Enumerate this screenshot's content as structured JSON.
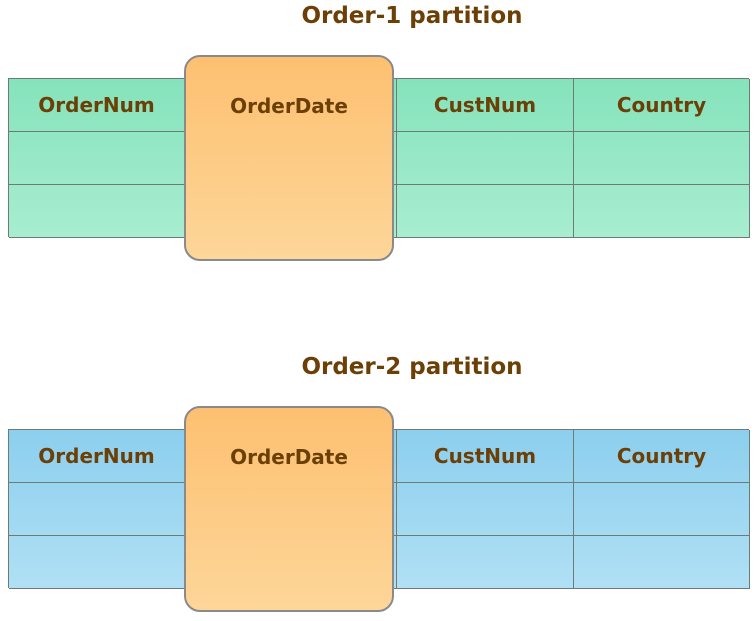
{
  "partitions": [
    {
      "title": "Order-1 partition",
      "color": "#85e3bc",
      "columns": [
        "OrderNum",
        "OrderDate",
        "CustNum",
        "Country"
      ],
      "highlighted_column": "OrderDate"
    },
    {
      "title": "Order-2 partition",
      "color": "#8ccfee",
      "columns": [
        "OrderNum",
        "OrderDate",
        "CustNum",
        "Country"
      ],
      "highlighted_column": "OrderDate"
    }
  ],
  "highlight_color": "#fdc071"
}
